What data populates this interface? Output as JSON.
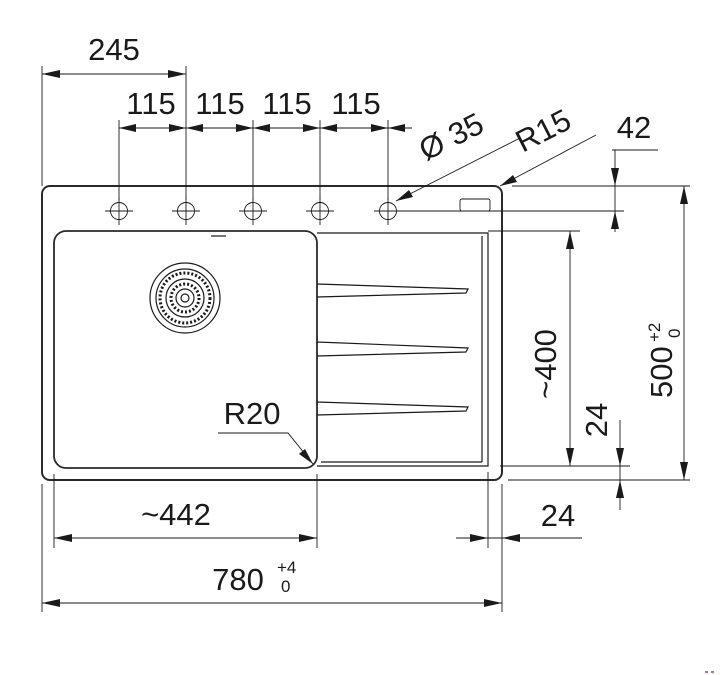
{
  "dimensions": {
    "tap_position": "245",
    "tap_spacing": [
      "115",
      "115",
      "115",
      "115"
    ],
    "hole_diameter": "Ø 35",
    "corner_radius_top": "R15",
    "tap_offset": "42",
    "bowl_length": "~400",
    "total_depth": "500",
    "total_depth_tol_upper": "+2",
    "total_depth_tol_lower": "0",
    "bowl_radius": "R20",
    "bowl_width": "~442",
    "right_margin": "24",
    "bottom_margin": "24",
    "total_width": "780",
    "total_width_tol_upper": "+4",
    "total_width_tol_lower": "0"
  },
  "colors": {
    "line": "#1a1a1a",
    "background": "#ffffff"
  }
}
